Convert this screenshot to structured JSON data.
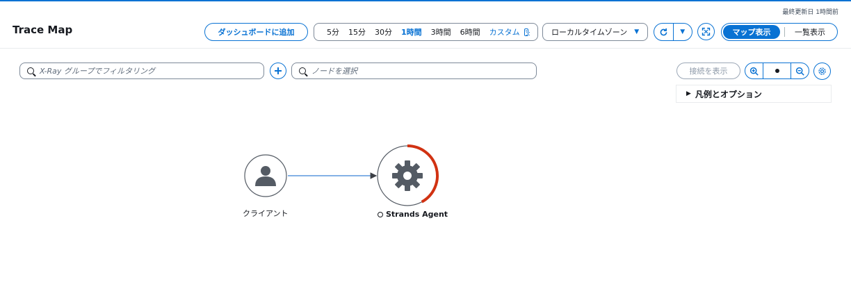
{
  "header": {
    "title": "Trace Map",
    "last_updated": "最終更新日 1時間前",
    "add_to_dashboard": "ダッシュボードに追加",
    "time_ranges": [
      "5分",
      "15分",
      "30分",
      "1時間",
      "3時間",
      "6時間"
    ],
    "selected_range": "1時間",
    "custom_label": "カスタム",
    "timezone": "ローカルタイムゾーン",
    "view_map": "マップ表示",
    "view_list": "一覧表示"
  },
  "toolbar": {
    "group_filter_placeholder": "X-Ray グループでフィルタリング",
    "node_select_placeholder": "ノードを選択",
    "show_connections": "接続を表示",
    "legend_options": "凡例とオプション"
  },
  "nodes": [
    {
      "id": "client",
      "label": "クライアント",
      "icon": "user-icon"
    },
    {
      "id": "agent",
      "label": "Strands Agent",
      "icon": "gear-icon",
      "error_fraction": 0.42
    }
  ],
  "edges": [
    {
      "from": "client",
      "to": "agent"
    }
  ],
  "colors": {
    "accent": "#0972d3",
    "error": "#d13212",
    "edge": "#3b82d6",
    "node_icon": "#545b64"
  }
}
